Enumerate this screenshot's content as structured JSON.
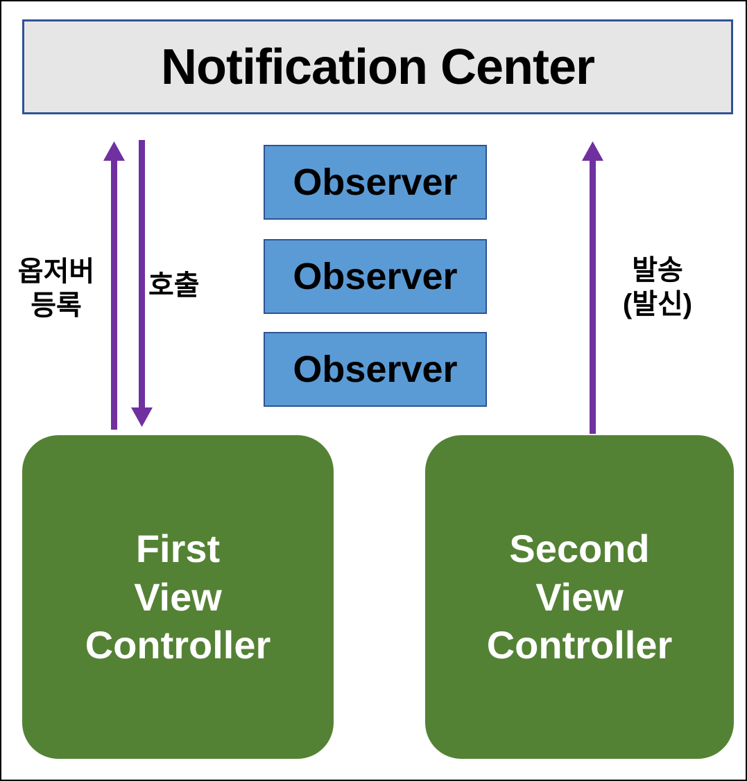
{
  "diagram": {
    "title": "Notification Center",
    "header": {
      "label": "Notification Center",
      "fill_color": "#E7E6E6",
      "border_color": "#2E5395"
    },
    "observers": [
      {
        "label": "Observer"
      },
      {
        "label": "Observer"
      },
      {
        "label": "Observer"
      }
    ],
    "observer_style": {
      "fill_color": "#5B9BD5",
      "border_color": "#2E5395",
      "text_color": "#000000"
    },
    "view_controllers": [
      {
        "id": "first-view-controller",
        "label": "First\nView\nController"
      },
      {
        "id": "second-view-controller",
        "label": "Second\nView\nController"
      }
    ],
    "view_controller_style": {
      "fill_color": "#548235",
      "text_color": "#FFFFFF"
    },
    "arrows": [
      {
        "id": "register-observer",
        "label": "옵저버\n등록",
        "direction": "up",
        "from": "First View Controller",
        "to": "Notification Center",
        "color": "#7030A0"
      },
      {
        "id": "call",
        "label": "호출",
        "direction": "down",
        "from": "Notification Center",
        "to": "First View Controller",
        "color": "#7030A0"
      },
      {
        "id": "send",
        "label": "발송\n(발신)",
        "direction": "up",
        "from": "Second View Controller",
        "to": "Notification Center",
        "color": "#7030A0"
      }
    ],
    "colors": {
      "arrow": "#7030A0",
      "header_fill": "#E7E6E6",
      "header_border": "#2E5395",
      "observer_fill": "#5B9BD5",
      "observer_border": "#2E5395",
      "controller_fill": "#548235",
      "canvas_border": "#000000",
      "background": "#FFFFFF"
    }
  }
}
